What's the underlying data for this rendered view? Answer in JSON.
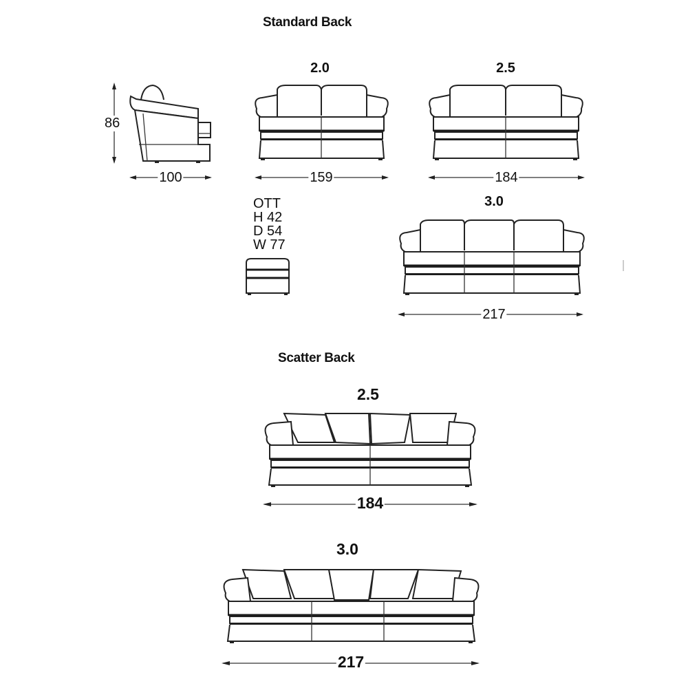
{
  "sections": {
    "standard": {
      "title": "Standard Back",
      "chair": {
        "height_label": "86",
        "width_label": "100"
      },
      "sofa_2_0": {
        "label": "2.0",
        "width_label": "159"
      },
      "sofa_2_5": {
        "label": "2.5",
        "width_label": "184"
      },
      "sofa_3_0": {
        "label": "3.0",
        "width_label": "217"
      },
      "ottoman": {
        "label": "OTT",
        "height": "H 42",
        "depth": "D 54",
        "width": "W 77"
      }
    },
    "scatter": {
      "title": "Scatter Back",
      "sofa_2_5": {
        "label": "2.5",
        "width_label": "184"
      },
      "sofa_3_0": {
        "label": "3.0",
        "width_label": "217"
      }
    }
  },
  "colors": {
    "ink": "#1a1a1a",
    "background": "#ffffff"
  }
}
